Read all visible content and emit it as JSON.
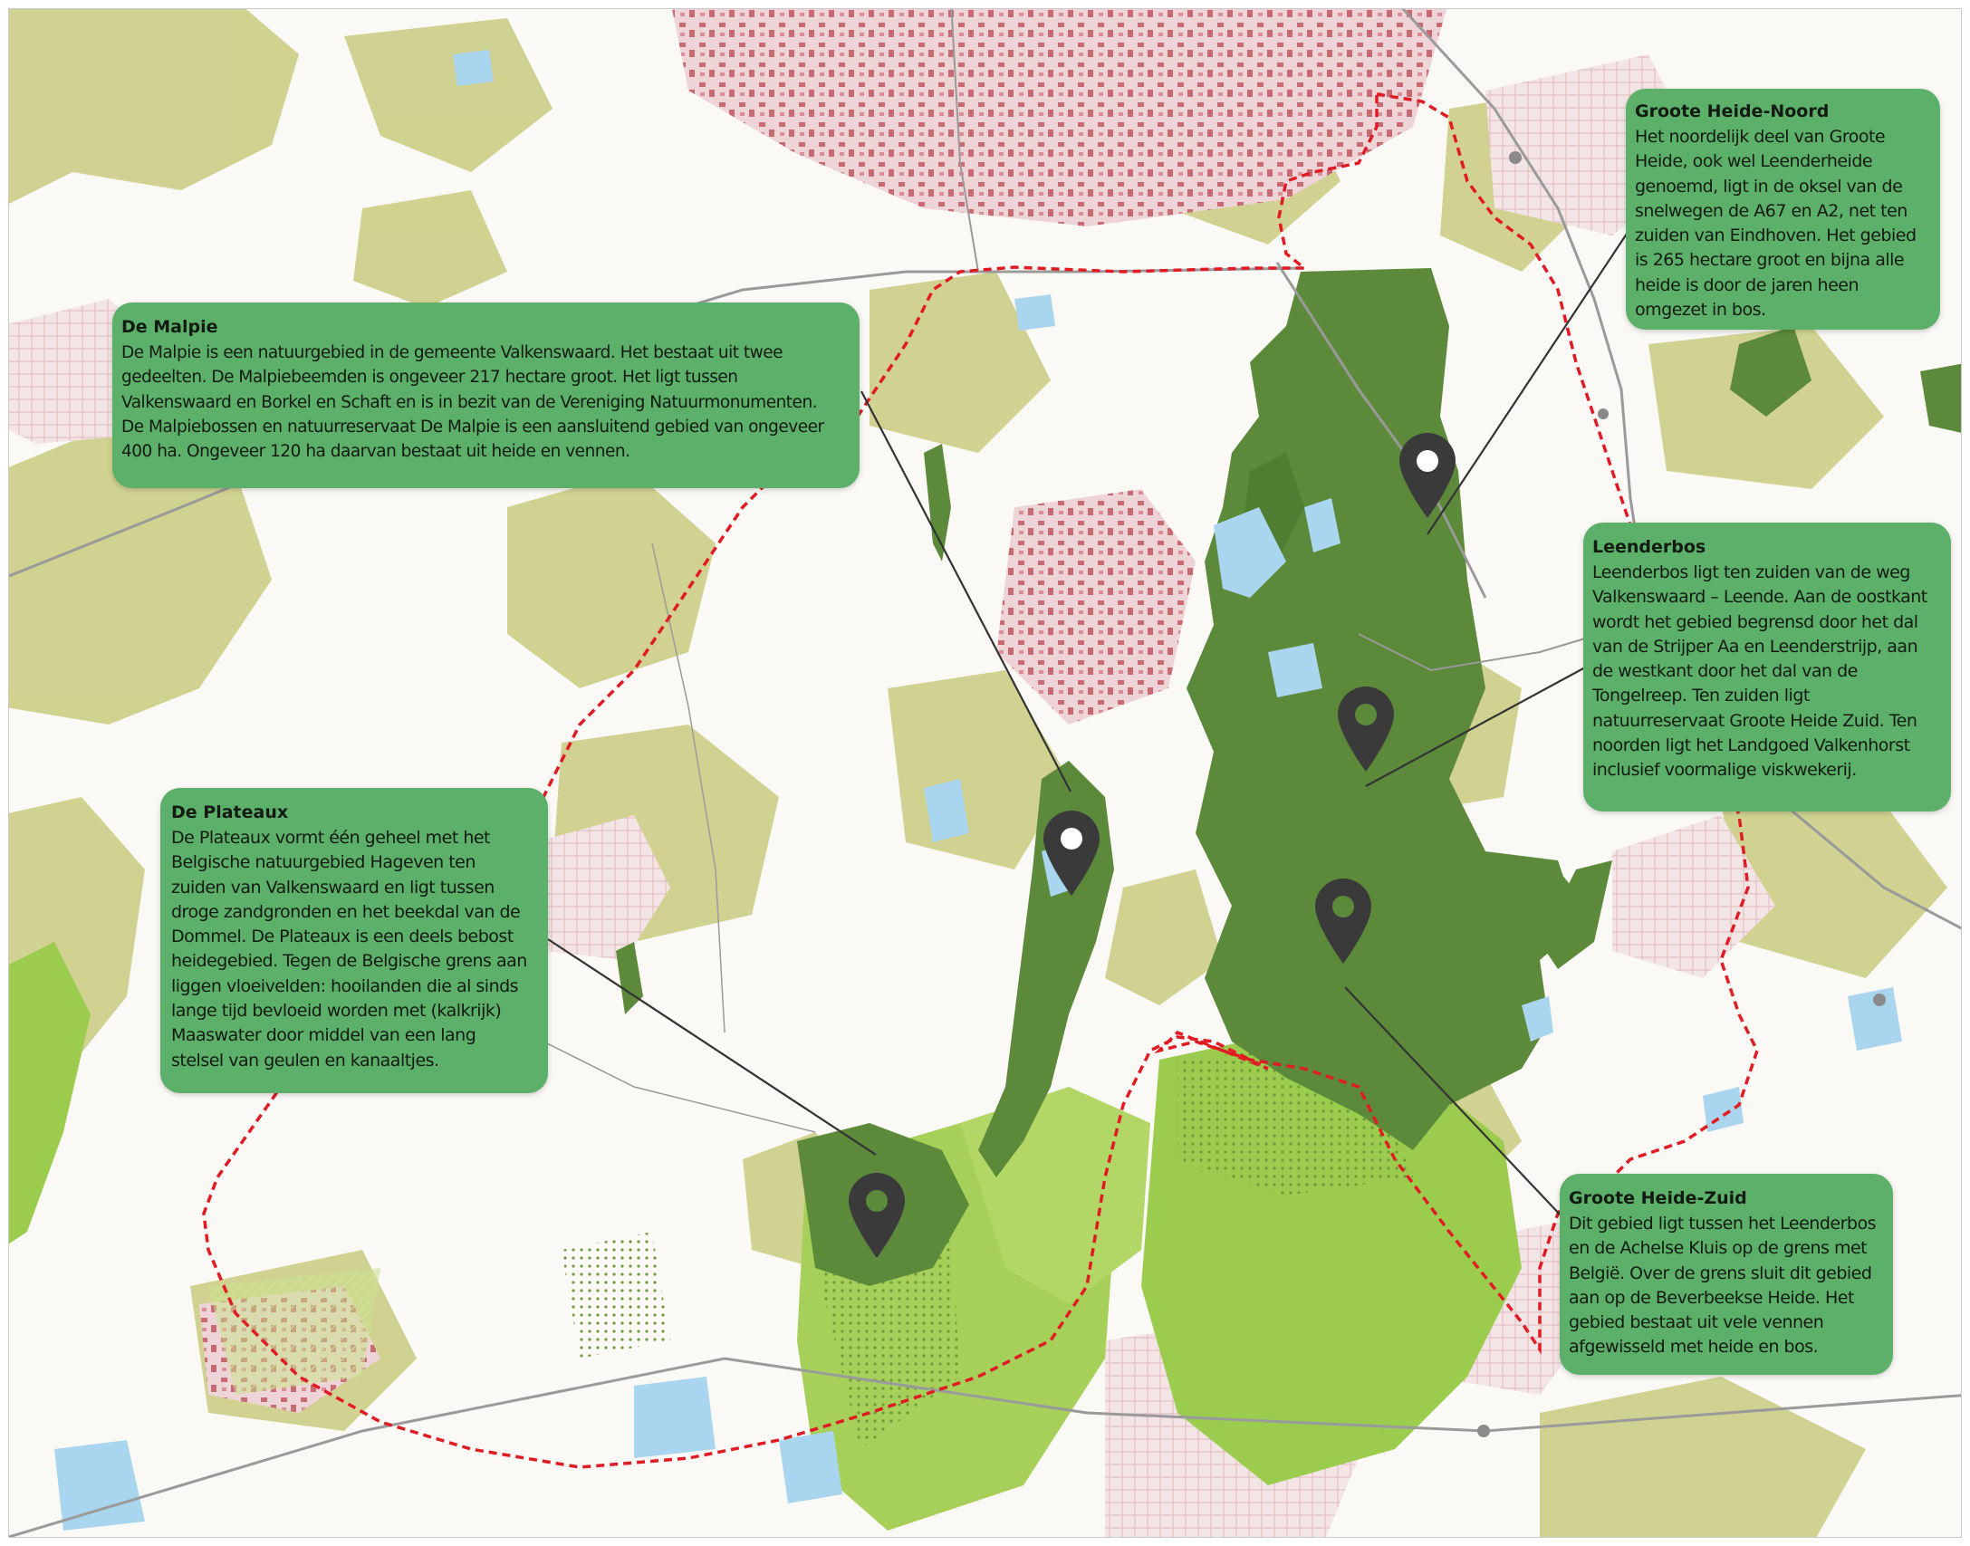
{
  "map": {
    "colors": {
      "background": "#fbf9f6",
      "agriculture": "#cfd08b",
      "nature_reserve": "#5c8a3a",
      "nature_light": "#9ccc4e",
      "water": "#a9d6ee",
      "built_up": "#e8c9cc",
      "buildings": "#c55a63",
      "boundary": "#e01b24",
      "card": "#5cb06a",
      "pin": "#3a3a3a"
    },
    "markers": [
      {
        "name": "marker-groote-heide-noord",
        "icon": "map-pin-icon"
      },
      {
        "name": "marker-leenderbos",
        "icon": "map-pin-icon"
      },
      {
        "name": "marker-groote-heide-zuid",
        "icon": "map-pin-icon"
      },
      {
        "name": "marker-de-malpie",
        "icon": "map-pin-icon"
      },
      {
        "name": "marker-de-plateaux",
        "icon": "map-pin-icon"
      }
    ]
  },
  "callouts": {
    "malpie": {
      "title": "De Malpie",
      "lines": [
        "De Malpie is een natuurgebied in de gemeente Valkenswaard. Het bestaat uit twee",
        "gedeelten. De Malpiebeemden is ongeveer 217 hectare groot. Het ligt tussen",
        "Valkenswaard en Borkel en Schaft en is in bezit van de Vereniging Natuurmonumenten.",
        "De Malpiebossen en natuurreservaat De Malpie is een aansluitend gebied van ongeveer",
        "400 ha. Ongeveer 120 ha daarvan bestaat uit heide en vennen."
      ]
    },
    "noord": {
      "title": "Groote Heide-Noord",
      "lines": [
        "Het noordelijk deel van Groote",
        "Heide, ook wel Leenderheide",
        "genoemd, ligt in de oksel van de",
        "snelwegen de A67 en A2, net ten",
        "zuiden van Eindhoven. Het gebied",
        "is 265 hectare groot en bijna alle",
        "heide is door de jaren heen",
        "omgezet in bos."
      ]
    },
    "leender": {
      "title": "Leenderbos",
      "lines": [
        "Leenderbos ligt ten zuiden van de weg",
        "Valkenswaard – Leende. Aan de oostkant",
        "wordt het gebied begrensd door het dal",
        "van de Strijper Aa en Leenderstrijp, aan",
        "de westkant door het dal van de",
        "Tongelreep. Ten zuiden ligt",
        "natuurreservaat Groote Heide Zuid. Ten",
        "noorden ligt het Landgoed Valkenhorst",
        "inclusief voormalige viskwekerij."
      ]
    },
    "plateaux": {
      "title": "De Plateaux",
      "lines": [
        "De Plateaux vormt één geheel met het",
        "Belgische natuurgebied Hageven ten",
        "zuiden van Valkenswaard en ligt tussen",
        "droge zandgronden en het beekdal van de",
        "Dommel. De Plateaux is een deels bebost",
        "heidegebied. Tegen de Belgische grens aan",
        "liggen vloeivelden: hooilanden die al sinds",
        "lange tijd bevloeid worden met (kalkrijk)",
        "Maaswater door middel van een lang",
        "stelsel van geulen en kanaaltjes."
      ]
    },
    "zuid": {
      "title": "Groote Heide-Zuid",
      "lines": [
        "Dit gebied ligt tussen het Leenderbos",
        "en de Achelse Kluis op de grens met",
        "België. Over de grens sluit dit gebied",
        "aan op de Beverbeekse Heide. Het",
        "gebied bestaat uit vele vennen",
        "afgewisseld met heide en bos."
      ]
    }
  }
}
